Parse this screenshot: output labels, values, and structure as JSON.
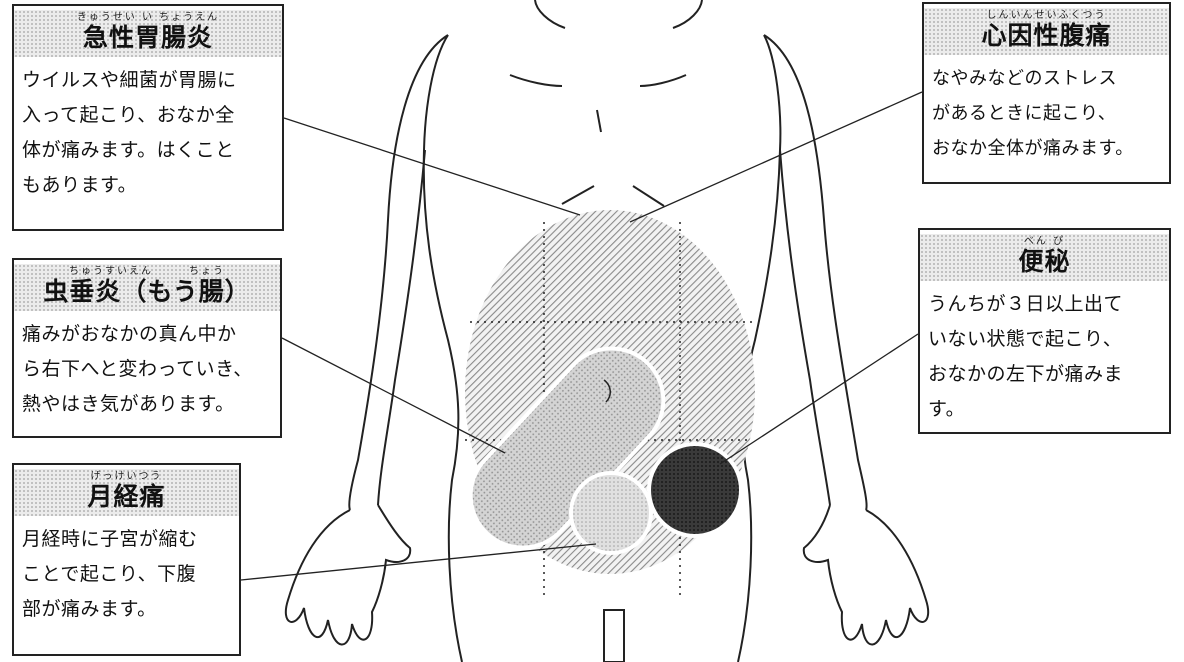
{
  "boxes": {
    "gastroenteritis": {
      "ruby": "きゅうせい い ちょうえん",
      "title": "急性胃腸炎",
      "lines": [
        "ウイルスや細菌が胃腸に",
        "入って起こり、おなか全",
        "体が痛みます。はくこと",
        "もあります。"
      ]
    },
    "appendicitis": {
      "ruby": "ちゅうすいえん　　　ちょう",
      "title": "虫垂炎（もう腸）",
      "lines": [
        "痛みがおなかの真ん中か",
        "ら右下へと変わっていき、",
        "熱やはき気があります。"
      ]
    },
    "menstrual_pain": {
      "ruby": "げっけいつう",
      "title": "月経痛",
      "lines": [
        "月経時に子宮が縮む",
        "ことで起こり、下腹",
        "部が痛みます。"
      ]
    },
    "psychogenic_pain": {
      "ruby": "しんいんせいふくつう",
      "title": "心因性腹痛",
      "lines": [
        "なやみなどのストレス",
        "があるときに起こり、",
        "おなか全体が痛みます。"
      ]
    },
    "constipation": {
      "ruby": "べん ぴ",
      "title": "便秘",
      "lines": [
        "うんちが３日以上出て",
        "いない状態で起こり、",
        "おなかの左下が痛みま",
        "す。"
      ]
    }
  },
  "colors": {
    "outline": "#222222",
    "abdomen_hatch": "#8a8a8a",
    "appendicitis_fill": "#c4c4c4",
    "menstrual_fill": "#d2d2d2",
    "constipation_fill": "#3a3a3a",
    "box_header_dots": "#b5b5b5"
  }
}
